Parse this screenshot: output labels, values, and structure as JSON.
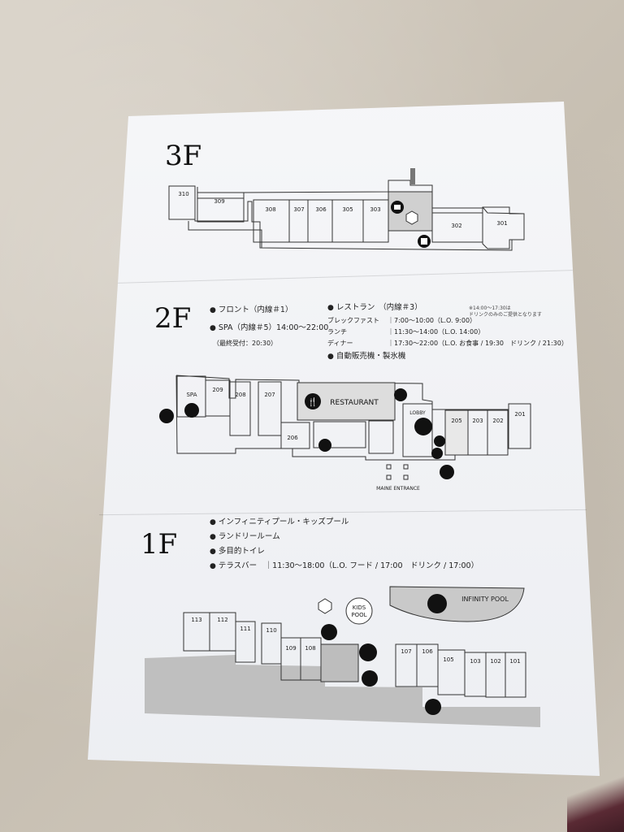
{
  "floors": {
    "f3": {
      "title": "3F",
      "rooms": [
        "310",
        "309",
        "308",
        "307",
        "306",
        "305",
        "303",
        "302",
        "301"
      ]
    },
    "f2": {
      "title": "2F",
      "rooms": [
        "209",
        "208",
        "207",
        "206",
        "205",
        "203",
        "202",
        "201"
      ],
      "labels": {
        "spa": "SPA",
        "restaurant": "RESTAURANT",
        "lobby": "LOBBY",
        "entrance": "MAINE ENTRANCE"
      },
      "info": {
        "front": "フロント（内線＃1）",
        "spa": "SPA（内線＃5）14:00～22:00",
        "spa_last": "（最終受付：20:30）",
        "restaurant": "レストラン　（内線＃3）",
        "breakfast_label": "ブレックファスト",
        "breakfast_time": "｜7:00～10:00（L.O. 9:00）",
        "lunch_label": "ランチ",
        "lunch_time": "｜11:30～14:00（L.O. 14:00）",
        "dinner_label": "ディナー",
        "dinner_time": "｜17:30～22:00（L.O. お食事 / 19:30　ドリンク / 21:30）",
        "vending": "自動販売機・製氷機",
        "note1": "※14:00～17:30は",
        "note2": "ドリンクのみのご提供となります"
      }
    },
    "f1": {
      "title": "1F",
      "rooms": [
        "113",
        "112",
        "111",
        "110",
        "109",
        "108",
        "107",
        "106",
        "105",
        "103",
        "102",
        "101"
      ],
      "labels": {
        "kids_pool": "KIDS POOL",
        "kids_pool_a": "KIDS",
        "kids_pool_b": "POOL",
        "infinity_pool": "INFINITY POOL"
      },
      "info": {
        "pool": "インフィニティプール・キッズプール",
        "laundry": "ランドリールーム",
        "toilet": "多目的トイレ",
        "terrace": "テラスバー　｜11:30～18:00（L.O. フード / 17:00　ドリンク / 17:00）"
      }
    }
  },
  "icons": [
    "camera-icon",
    "vending-icon",
    "sauna-icon",
    "spa-icon",
    "restaurant-icon",
    "toilet-icon",
    "coffee-icon",
    "pool-icon",
    "laundry-icon",
    "elevator-icon",
    "hexagon-icon"
  ]
}
